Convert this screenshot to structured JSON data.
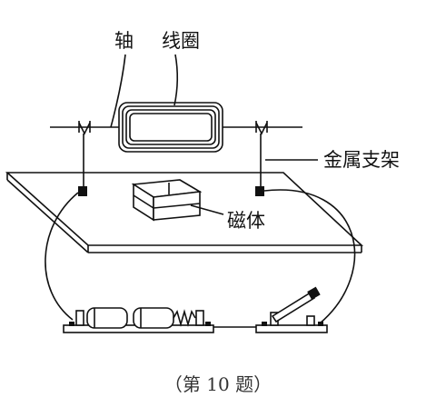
{
  "labels": {
    "axle": "轴",
    "coil": "线圈",
    "metal_bracket": "金属支架",
    "magnet": "磁体"
  },
  "caption": "（第 10 题）",
  "colors": {
    "ink": "#111111",
    "paper": "#ffffff"
  }
}
